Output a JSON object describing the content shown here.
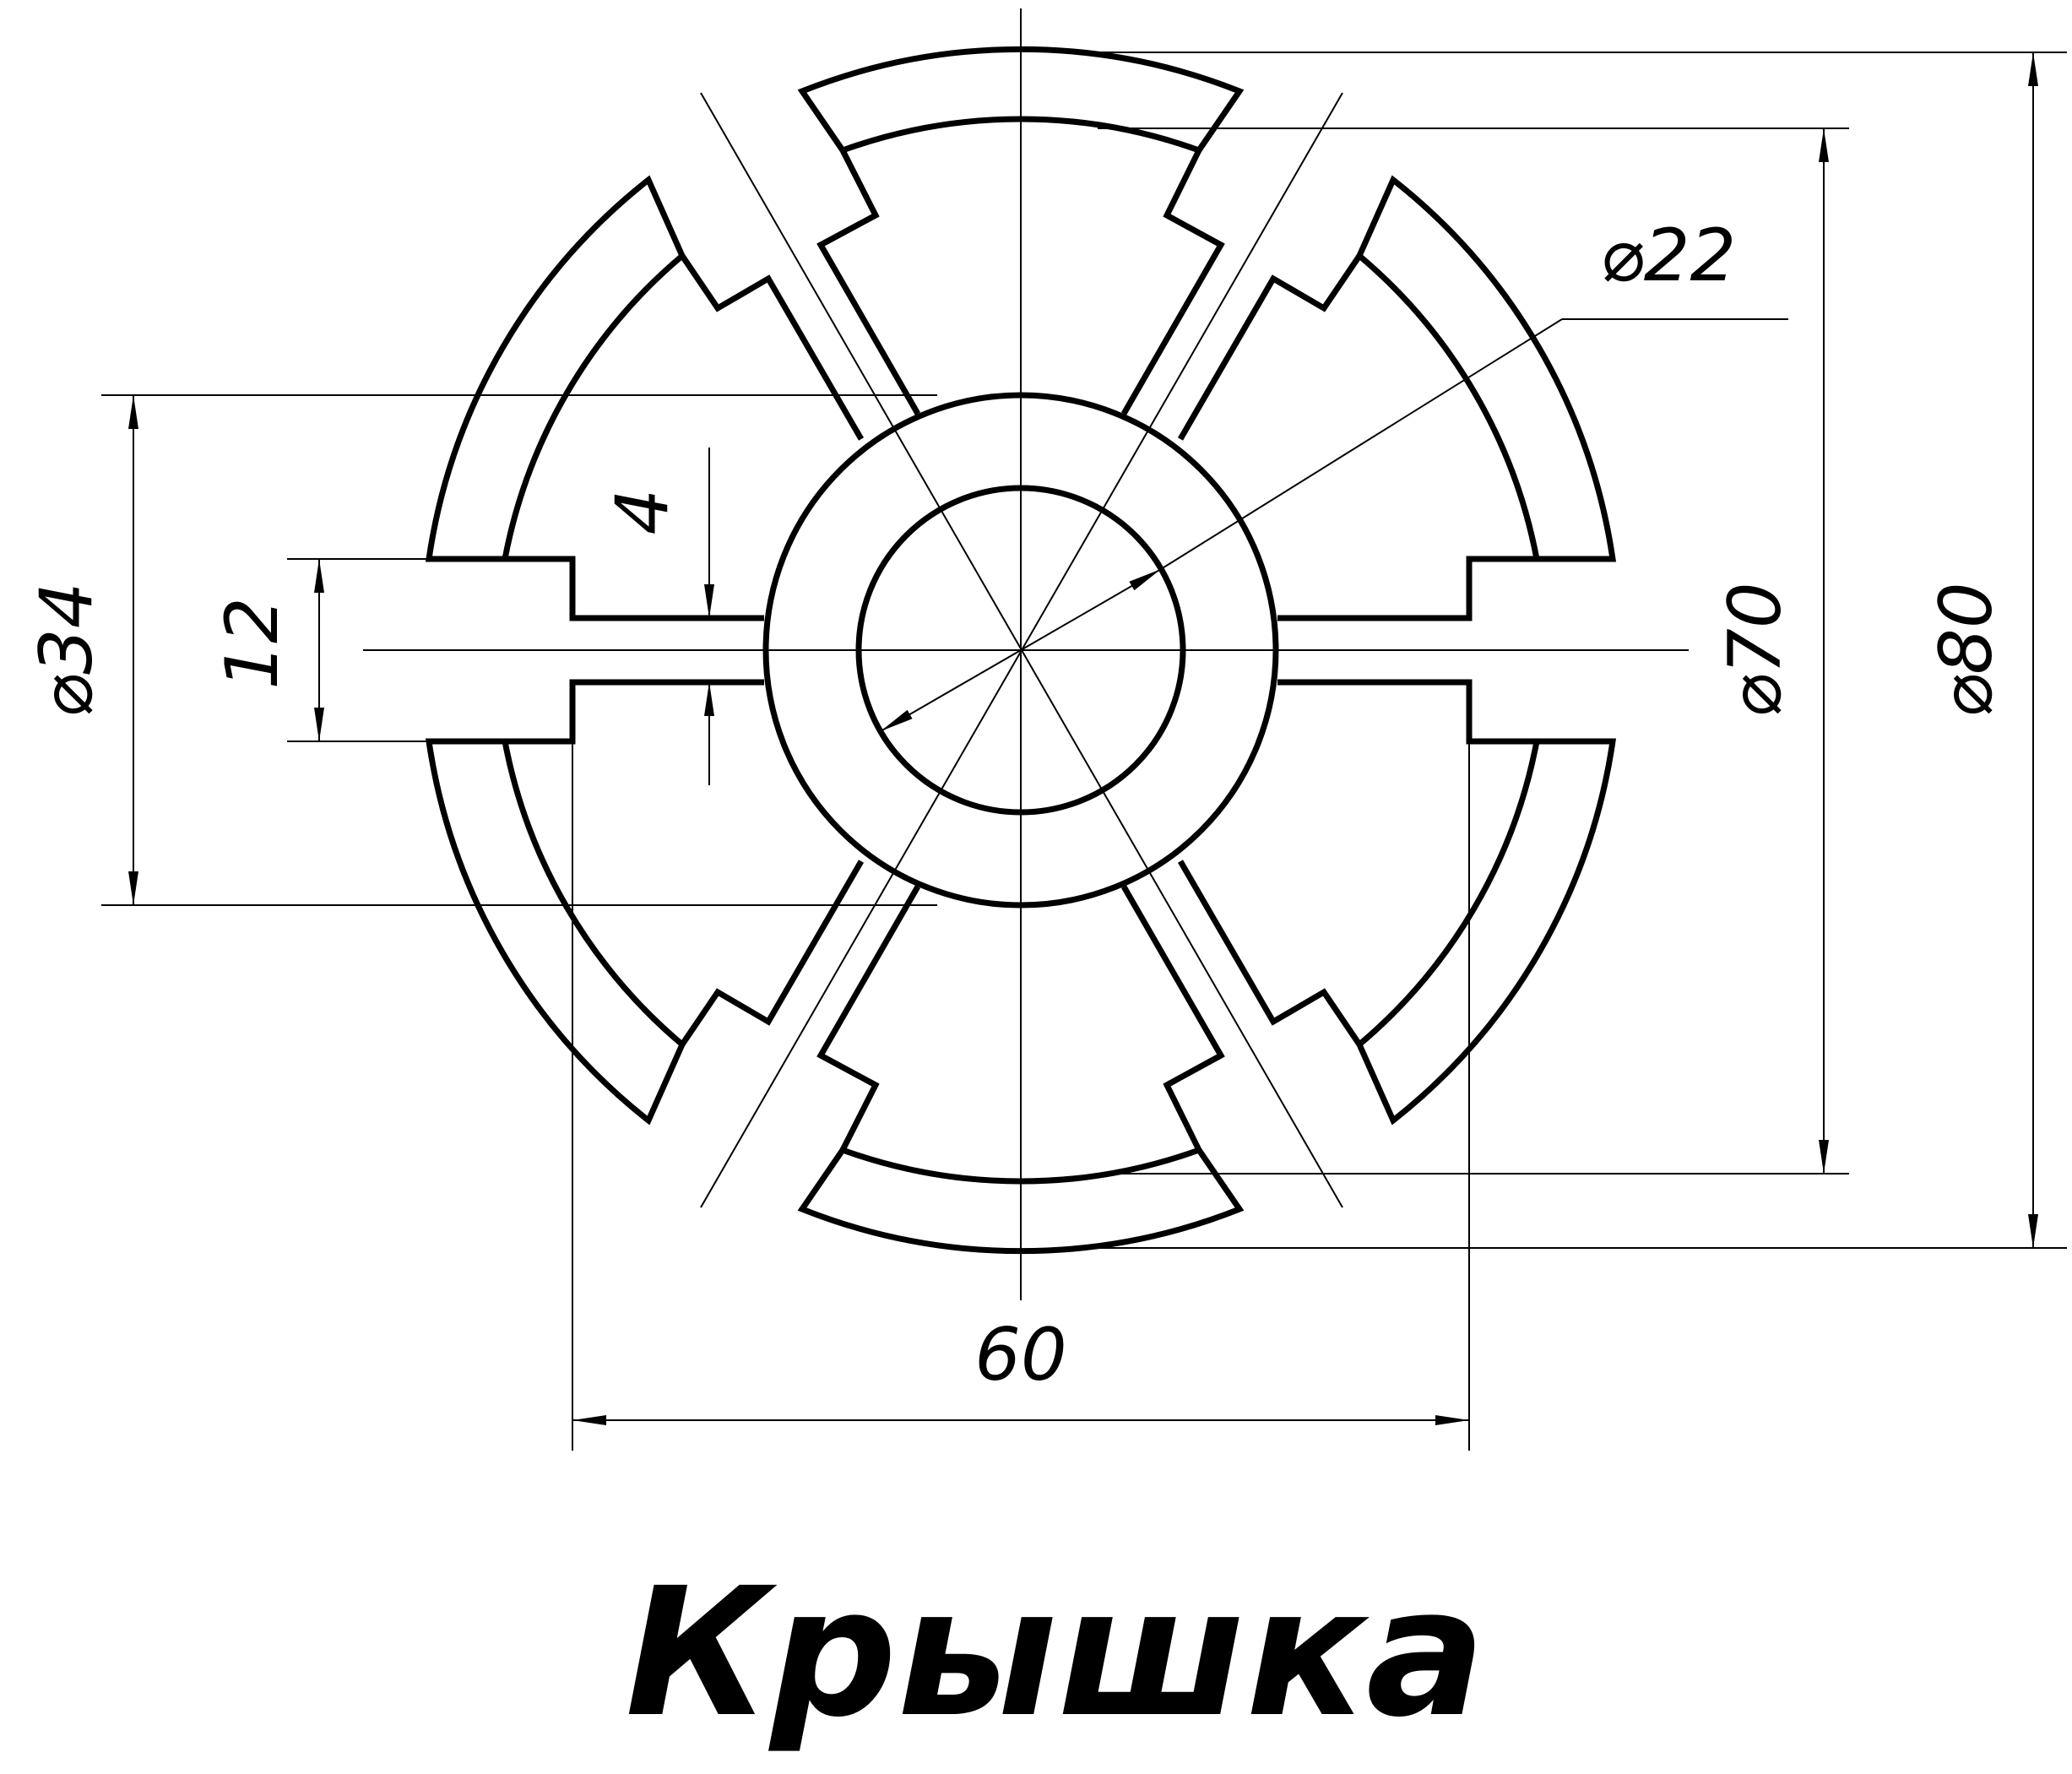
{
  "title": "Крышка",
  "dimensions": {
    "d22": "⌀22",
    "d34": "⌀34",
    "d70": "⌀70",
    "d80": "⌀80",
    "width_60": "60",
    "slot_12": "12",
    "gap_4": "4"
  },
  "colors": {
    "line": "#000000",
    "background": "#ffffff"
  }
}
